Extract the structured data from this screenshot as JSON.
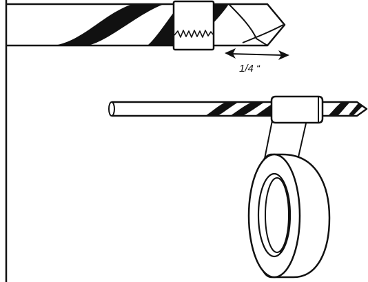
{
  "diagram": {
    "measurement_label": "1/4 “",
    "colors": {
      "ink": "#111111",
      "paper": "#ffffff"
    },
    "parts": {
      "top_bit": "drill-bit-closeup",
      "tape_flag": "tape-depth-flag",
      "bottom_bit": "drill-bit-with-tape",
      "tape_roll": "masking-tape-roll"
    }
  }
}
